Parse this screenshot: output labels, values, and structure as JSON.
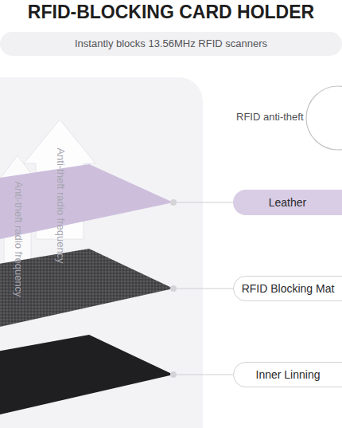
{
  "diagram": {
    "title": "RFID-BLOCKING CARD HOLDER",
    "nodes": [
      {
        "text": [
          "Instantly blocks 13.56MHz RFID scanners"
        ]
      },
      {
        "text": [
          "Leather"
        ]
      },
      {
        "text": [
          "RFID Blocking Mat"
        ]
      },
      {
        "text": [
          "Inner Linning"
        ]
      }
    ],
    "labels": [
      "RFID anti-theft",
      "Anti-theft radio frequency",
      "Anti-theft radio frequency"
    ]
  }
}
